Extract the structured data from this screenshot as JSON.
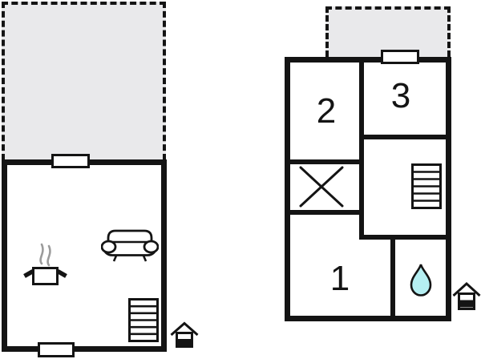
{
  "colors": {
    "background": "#ffffff",
    "wall": "#141414",
    "terrace": "#e9e9eb",
    "water": "#b5eff2",
    "steam": "#9b9b9b"
  },
  "left_plan": {
    "icons": [
      "cooking-pot-icon",
      "sofa-icon",
      "stairs-icon",
      "house-entrance-icon"
    ],
    "room_labels": {}
  },
  "right_plan": {
    "icons": [
      "cross-icon",
      "stairs-icon",
      "water-drop-icon",
      "house-entrance-icon"
    ],
    "room_labels": {
      "room_1": "1",
      "room_2": "2",
      "room_3": "3"
    }
  }
}
